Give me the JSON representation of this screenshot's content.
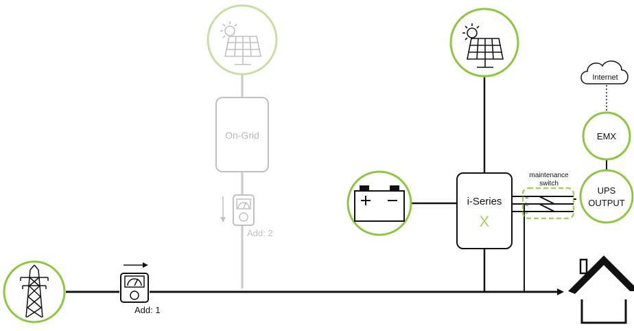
{
  "labels": {
    "ongrid_inverter": "On-Grid",
    "hybrid_inverter": "i-Series",
    "hybrid_mark": "X",
    "meter_grid_addr": "Add: 1",
    "meter_pv_addr": "Add: 2",
    "switch_line1": "maintenance",
    "switch_line2": "switch",
    "switch_pins": [
      "a",
      "b",
      "c"
    ],
    "emx": "EMX",
    "ups_line1": "UPS",
    "ups_line2": "OUTPUT",
    "internet": "Internet"
  },
  "colors": {
    "green": "#8dc63f",
    "green_faded": "#c9dea2",
    "line": "#111111",
    "faded": "#bdbdbd",
    "switch": "#a3d15a"
  },
  "icons": {
    "grid": "transmission-tower-icon",
    "pv_faded": "solar-panel-icon",
    "pv": "solar-panel-icon",
    "battery": "battery-icon",
    "meter": "energy-meter-icon",
    "house": "house-icon",
    "cloud": "cloud-icon"
  }
}
